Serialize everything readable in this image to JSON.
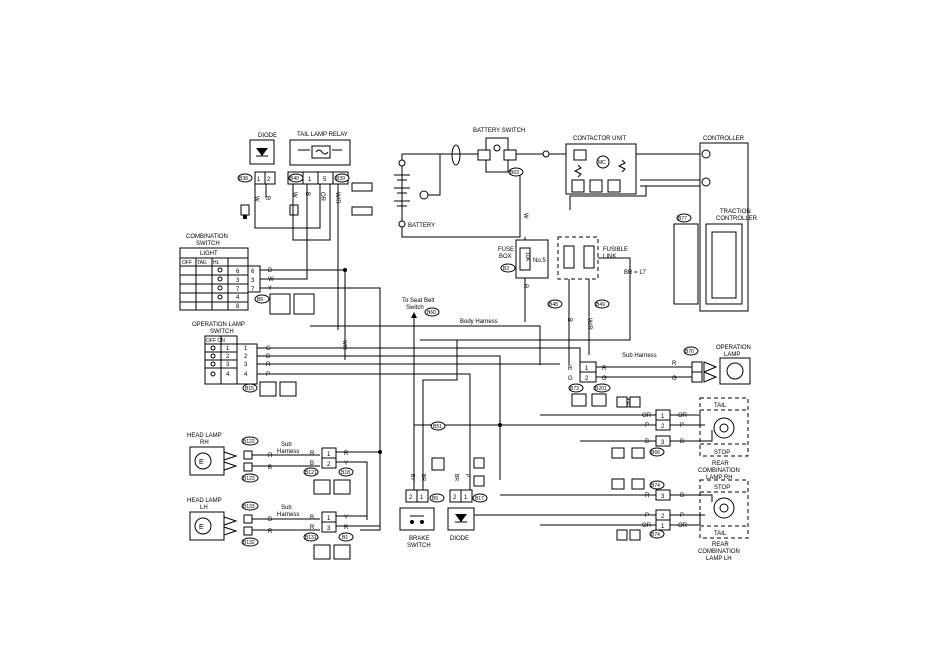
{
  "labels": {
    "diode_top": "DIODE",
    "tail_lamp_relay": "TAIL LAMP RELAY",
    "battery_switch": "BATTERY SWITCH",
    "contactor_unit": "CONTACTOR UNIT",
    "controller": "CONTROLLER",
    "traction_controller_1": "TRACTION",
    "traction_controller_2": "CONTROLLER",
    "battery": "BATTERY",
    "combination_switch_1": "COMBINATION",
    "combination_switch_2": "SWITCH",
    "light": "LIGHT",
    "off": "OFF",
    "tail": "TAIL",
    "hl": "HL",
    "fuse_box_1": "FUSE",
    "fuse_box_2": "BOX",
    "fuse_rating": "10A",
    "fuse_no": "No.5",
    "fusible_link_1": "FUSIBLE",
    "fusible_link_2": "LINK",
    "br17": "BR = 17",
    "to_seat_belt_1": "To Seat Belt",
    "to_seat_belt_2": "Switch",
    "body_harness": "Body Harness",
    "op_lamp_switch_1": "OPERATION LAMP",
    "op_lamp_switch_2": "SWITCH",
    "off_on": "OFF ON",
    "sub_harness": "Sub Harness",
    "operation_lamp_1": "OPERATION",
    "operation_lamp_2": "LAMP",
    "head_lamp_rh_1": "HEAD LAMP",
    "head_lamp_rh_2": "RH",
    "head_lamp_lh_1": "HEAD LAMP",
    "head_lamp_lh_2": "LH",
    "sub_1": "Sub",
    "harness": "Harness",
    "brake_switch_1": "BRAKE",
    "brake_switch_2": "SWITCH",
    "diode_bottom": "DIODE",
    "tail_rh": "TAIL",
    "stop_rh": "STOP",
    "rear_comb_rh_1": "REAR",
    "rear_comb_rh_2": "COMBINATION",
    "rear_comb_rh_3": "LAMP RH",
    "stop_lh": "STOP",
    "tail_lh": "TAIL",
    "rear_comb_lh_1": "REAR",
    "rear_comb_lh_2": "COMBINATION",
    "rear_comb_lh_3": "LAMP LH",
    "mc": "MC"
  },
  "connectors": {
    "b38": "B38",
    "b40": "B40",
    "b39": "B39",
    "b63": "B63",
    "b77": "B77",
    "b6": "B6",
    "b60": "B60",
    "b2": "B2",
    "b48": "B48",
    "b49": "B49",
    "b70": "B70",
    "b73": "B73",
    "b201": "B201",
    "b64": "B64",
    "b66": "B66",
    "b74": "B74",
    "b5": "B5",
    "b51": "B51",
    "b17": "B17",
    "b122": "B122",
    "b123": "B123",
    "b121": "B121",
    "b18": "B18",
    "b132": "B132",
    "b133": "B133",
    "b131": "B131",
    "b1": "B1",
    "b15": "B15"
  },
  "wires": {
    "w": "W",
    "r": "R",
    "b": "B",
    "y": "Y",
    "g": "G",
    "p": "P",
    "or": "OR",
    "wr": "W/R",
    "by": "BY",
    "br": "BR"
  }
}
